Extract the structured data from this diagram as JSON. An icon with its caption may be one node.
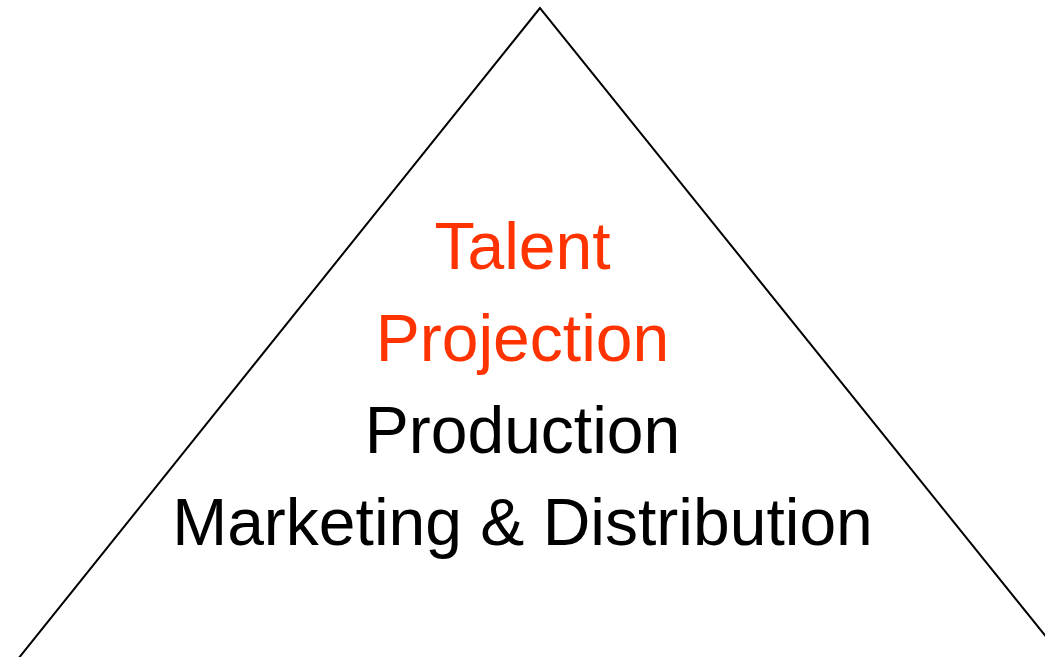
{
  "diagram": {
    "nodes": [
      {
        "text": [
          "Talent Projection",
          "Production",
          "Marketing & Distribution"
        ]
      }
    ]
  }
}
